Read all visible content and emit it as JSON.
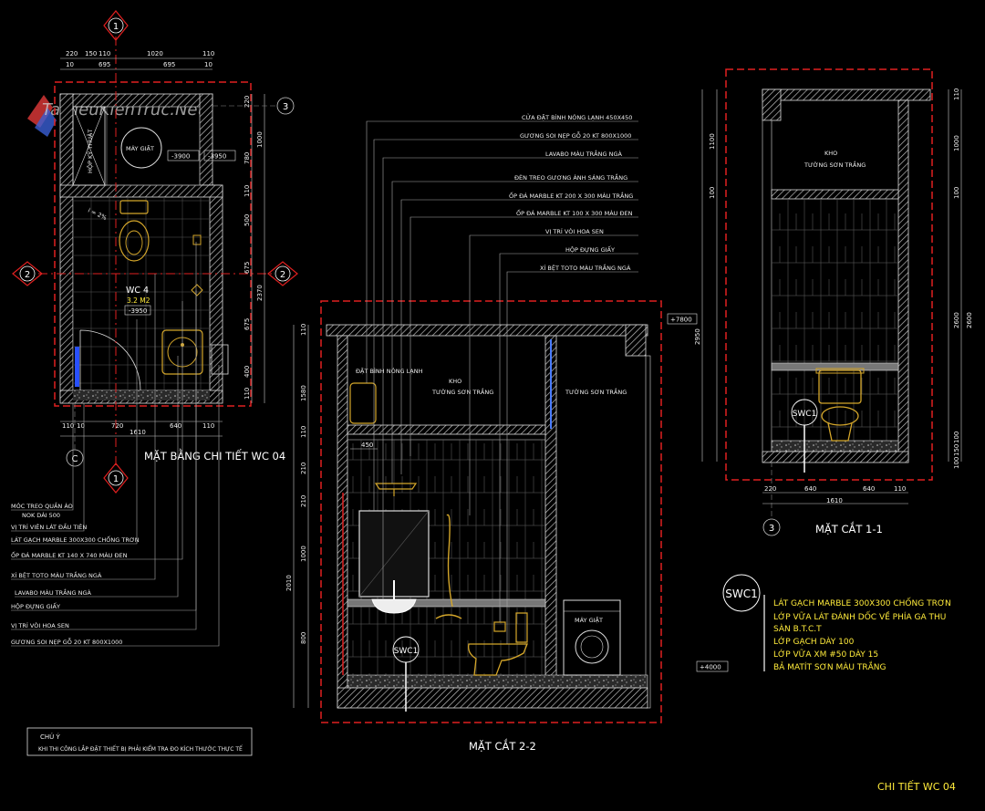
{
  "watermark": "TaiLieuKienTruc.Net",
  "grid_marks": {
    "g1": "1",
    "g2": "2",
    "g3": "3",
    "gC": "C"
  },
  "plan": {
    "title": "MẶT BẰNG CHI TIẾT WC 04",
    "room_name": "WC 4",
    "room_area": "3.2 M2",
    "room_level": "-3950",
    "machine_label": "MÁY GIẶT",
    "shaft_label": "HỘP KỸ THUẬT",
    "level_left": "-3900",
    "level_right": "-3950",
    "slope": "i = 2%",
    "top_dims_1": [
      "220",
      "150",
      "110",
      "1020",
      "110"
    ],
    "top_dims_2": [
      "10",
      "695",
      "695",
      "10"
    ],
    "bottom_dims_1": [
      "110",
      "10",
      "720",
      "640",
      "110"
    ],
    "bottom_total": "1610",
    "right_dims": [
      "220",
      "1000",
      "780",
      "110",
      "500",
      "675",
      "675",
      "400",
      "110"
    ],
    "right_total": "2370"
  },
  "legend_left": [
    "MÓC TREO QUẦN ÁO",
    "NOK DÀI 500",
    "VỊ TRÍ VIÊN LÁT ĐẦU TIÊN",
    "LÁT GẠCH MARBLE 300X300 CHỐNG TRƠN",
    "ỐP ĐÁ MARBLE KT 140 X 740 MÀU ĐEN",
    "XÍ BỆT TOTO MÀU TRẮNG NGÀ",
    "LAVABO MÀU TRẮNG NGÀ",
    "HỘP ĐỰNG GIẤY",
    "VỊ TRÍ VÒI HOA SEN",
    "GƯƠNG SOI NẸP GỖ 20 KT 800X1000"
  ],
  "section22": {
    "title": "MẶT CẮT 2-2",
    "heater": "ĐẶT BÌNH NÓNG LẠNH",
    "store": "KHO",
    "paint1": "TƯỜNG SƠN TRẮNG",
    "paint2": "TƯỜNG SƠN TRẮNG",
    "machine": "MÁY GIẶT",
    "level_top": "+7800",
    "level_bottom": "+4000",
    "dim450": "450",
    "left_dims": [
      "110",
      "1580",
      "110",
      "210",
      "210",
      "1000",
      "800"
    ],
    "left_total": "2010",
    "tag": "SWC1",
    "callouts": [
      "CỬA ĐẶT BÌNH NÓNG LẠNH 450X450",
      "GƯƠNG SOI NẸP GỖ 20 KT 800X1000",
      "LAVABO MÀU TRẮNG NGÀ",
      "ĐÈN TREO GƯƠNG ÁNH SÁNG TRẮNG",
      "ỐP ĐÁ MARBLE KT 200 X 300 MÀU TRẮNG",
      "ỐP ĐÁ MARBLE KT 100 X 300 MÀU ĐEN",
      "VỊ TRÍ VÒI HOA SEN",
      "HỘP ĐỰNG GIẤY",
      "XÍ BỆT TOTO MÀU TRẮNG NGÀ"
    ]
  },
  "section11": {
    "title": "MẶT CẮT 1-1",
    "store": "KHO",
    "paint": "TƯỜNG SƠN TRẮNG",
    "tag": "SWC1",
    "bottom_dims": [
      "220",
      "640",
      "640",
      "110"
    ],
    "bottom_total": "1610",
    "left_dims": [
      "1100",
      "100"
    ],
    "left_total": "2950",
    "right_dims": [
      "110",
      "1000",
      "100",
      "2600",
      "100",
      "150",
      "100"
    ],
    "right_total": "2600"
  },
  "swc1": {
    "tag": "SWC1",
    "layers": [
      "LÁT GẠCH MARBLE 300X300 CHỐNG TRƠN",
      "LỚP VỮA LÁT ĐÁNH DỐC VỀ PHÍA GA THU",
      "SÀN B.T.C.T",
      "LỚP GẠCH DÀY 100",
      "LỚP VỮA XM #50 DÀY 15",
      "BẢ MATÍT SƠN MÀU TRẮNG"
    ]
  },
  "note": {
    "title": "CHÚ Ý",
    "text": "KHI THI CÔNG LẮP ĐẶT THIẾT BỊ PHẢI KIỂM TRA ĐO KÍCH THƯỚC THỰC TẾ"
  },
  "sheet_title": "CHI TIẾT WC 04",
  "colors": {
    "background": "#000000",
    "hatch": "#bbbbbb",
    "dashed_red": "#e02020",
    "device_yellow": "#d4a62a"
  }
}
